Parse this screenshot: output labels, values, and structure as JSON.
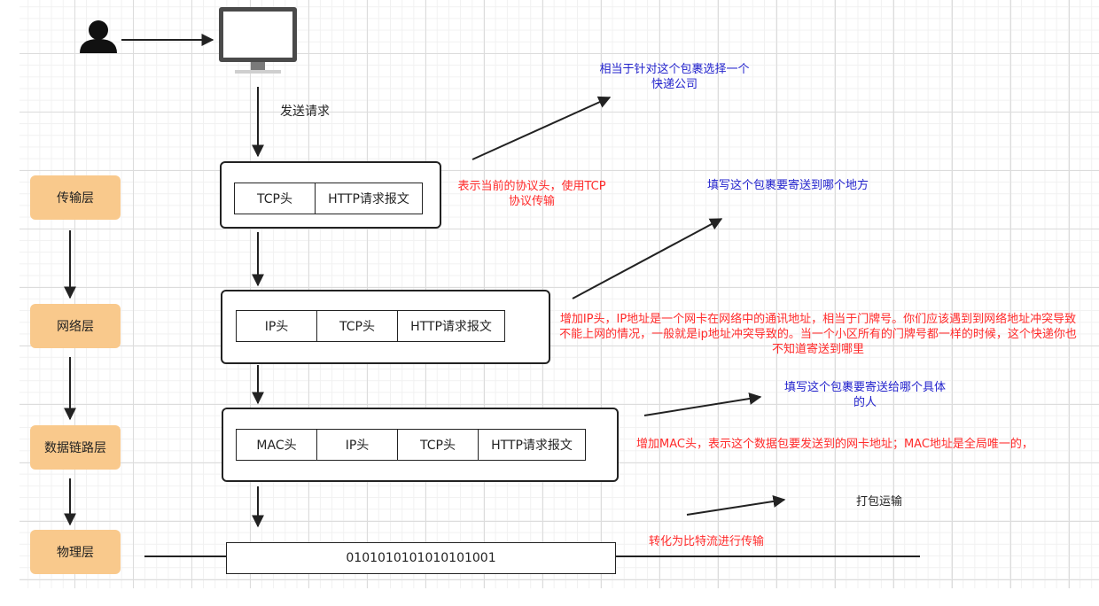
{
  "layers": [
    "传输层",
    "网络层",
    "数据链路层",
    "物理层"
  ],
  "labels": {
    "send_request": "发送请求"
  },
  "packets": {
    "transport": [
      "TCP头",
      "HTTP请求报文"
    ],
    "network": [
      "IP头",
      "TCP头",
      "HTTP请求报文"
    ],
    "datalink": [
      "MAC头",
      "IP头",
      "TCP头",
      "HTTP请求报文"
    ],
    "physical": "0101010101010101001"
  },
  "notes": {
    "transport_red": "表示当前的协议头，使用TCP协议传输",
    "transport_blue": "相当于针对这个包裹选择一个快递公司",
    "network_blue": "填写这个包裹要寄送到哪个地方",
    "network_red": "增加IP头，IP地址是一个网卡在网络中的通讯地址，相当于门牌号。你们应该遇到到网络地址冲突导致不能上网的情况，一般就是ip地址冲突导致的。当一个小区所有的门牌号都一样的时候，这个快递你也不知道寄送到哪里",
    "datalink_blue": "填写这个包裹要寄送给哪个具体的人",
    "datalink_red": "增加MAC头，表示这个数据包要发送到的网卡地址；MAC地址是全局唯一的，",
    "physical_dark": "打包运输",
    "physical_red": "转化为比特流进行传输"
  },
  "icons": [
    "user-icon",
    "monitor-icon"
  ],
  "colors": {
    "layer_fill": "#f9c98c",
    "red_text": "#ff2a2a",
    "blue_text": "#2222cc",
    "line": "#222222"
  }
}
